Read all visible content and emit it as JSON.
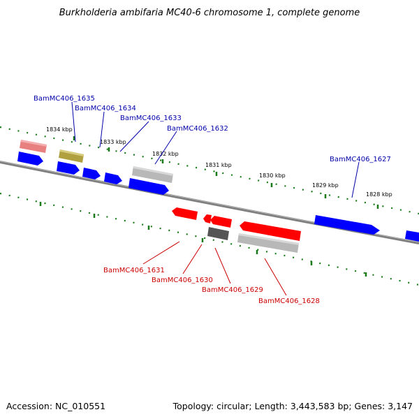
{
  "title": "Burkholderia ambifaria MC40-6 chromosome 1, complete genome",
  "accession": "Accession: NC_010551",
  "topology": "Topology: circular; Length: 3,443,583 bp; Genes: 3,147",
  "ticks": [
    "1834 kbp",
    "1833 kbp",
    "1832 kbp",
    "1831 kbp",
    "1830 kbp",
    "1829 kbp",
    "1828 kbp"
  ],
  "top_labels": [
    "BamMC406_1635",
    "BamMC406_1634",
    "BamMC406_1633",
    "BamMC406_1632",
    "BamMC406_1627"
  ],
  "bottom_labels": [
    "BamMC406_1631",
    "BamMC406_1630",
    "BamMC406_1629",
    "BamMC406_1628"
  ],
  "colors": {
    "forward": "#0000ff",
    "reverse": "#ff0000",
    "backbone": "#7f7f7f",
    "ticks": "#1a7a1a",
    "label_blue": "#0000aa",
    "label_red": "#cc0000",
    "gray_gene": "#b8b8b8",
    "dark_gene": "#555555",
    "pink_gene": "#e88080",
    "olive_gene": "#b0a040"
  }
}
